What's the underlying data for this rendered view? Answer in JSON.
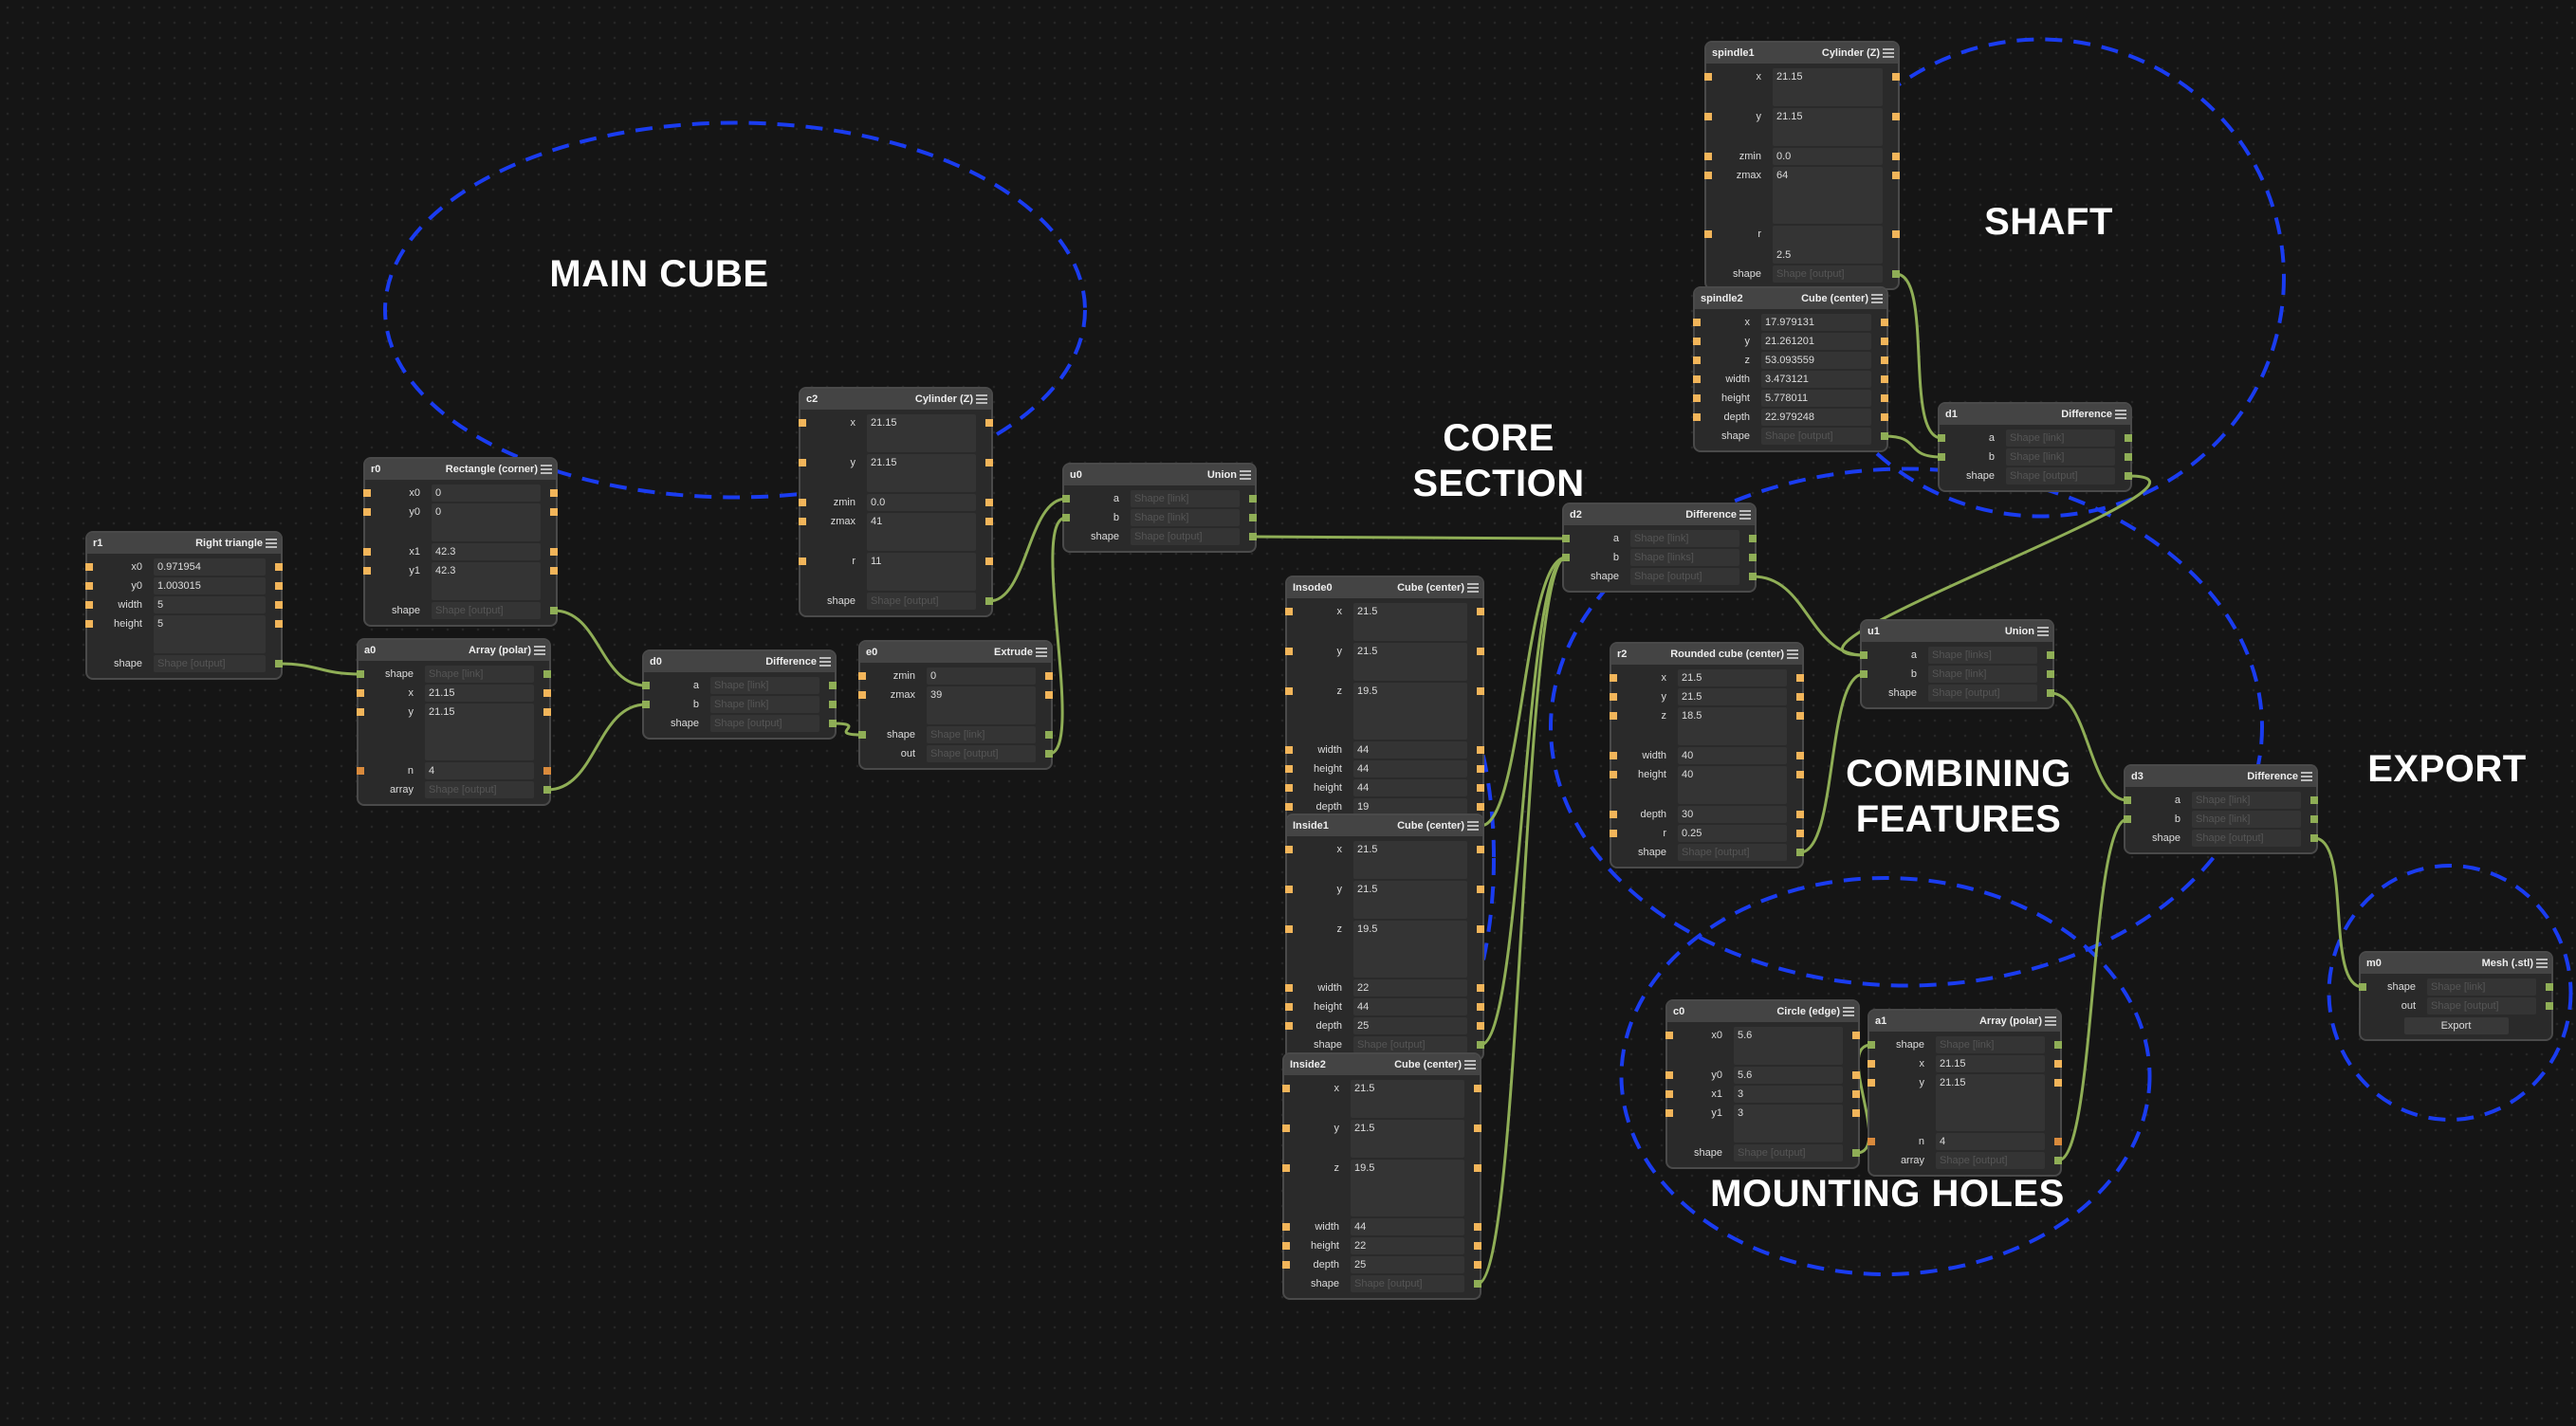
{
  "groups": [
    {
      "id": "main-cube",
      "label": "MAIN CUBE"
    },
    {
      "id": "core-section",
      "label": "CORE\nSECTION"
    },
    {
      "id": "shaft",
      "label": "SHAFT"
    },
    {
      "id": "combining-features",
      "label": "COMBINING\nFEATURES"
    },
    {
      "id": "mounting-holes",
      "label": "MOUNTING HOLES"
    },
    {
      "id": "export",
      "label": "EXPORT"
    }
  ],
  "colors": {
    "background": "#151515",
    "group_outline": "#1a3cf0",
    "wire": "#8fae56",
    "number_port": "#f2b55a",
    "int_port": "#d98a3c",
    "shape_port": "#8fae56"
  },
  "nodes": [
    {
      "id": "r1",
      "type": "Right triangle",
      "fields": [
        {
          "label": "x0",
          "value": "0.971954",
          "port": "num"
        },
        {
          "label": "y0",
          "value": "1.003015",
          "port": "num"
        },
        {
          "label": "width",
          "value": "5",
          "port": "num"
        },
        {
          "label": "height",
          "value": "5",
          "port": "num",
          "size": "tall"
        },
        {
          "label": "shape",
          "placeholder": "Shape [output]",
          "port": "shape",
          "out_only": true
        }
      ]
    },
    {
      "id": "r0",
      "type": "Rectangle (corner)",
      "fields": [
        {
          "label": "x0",
          "value": "0",
          "port": "num"
        },
        {
          "label": "y0",
          "value": "0",
          "port": "num",
          "size": "tall"
        },
        {
          "label": "x1",
          "value": "42.3",
          "port": "num"
        },
        {
          "label": "y1",
          "value": "42.3",
          "port": "num",
          "size": "tall"
        },
        {
          "label": "shape",
          "placeholder": "Shape [output]",
          "port": "shape",
          "out_only": true
        }
      ]
    },
    {
      "id": "a0",
      "type": "Array (polar)",
      "fields": [
        {
          "label": "shape",
          "placeholder": "Shape [link]",
          "port": "shape"
        },
        {
          "label": "x",
          "value": "21.15",
          "port": "num"
        },
        {
          "label": "y",
          "value": "21.15",
          "port": "num",
          "size": "taller"
        },
        {
          "label": "n",
          "value": "4",
          "port": "int"
        },
        {
          "label": "array",
          "placeholder": "Shape [output]",
          "port": "shape",
          "out_only": true
        }
      ]
    },
    {
      "id": "d0",
      "type": "Difference",
      "fields": [
        {
          "label": "a",
          "placeholder": "Shape [link]",
          "port": "shape"
        },
        {
          "label": "b",
          "placeholder": "Shape [link]",
          "port": "shape"
        },
        {
          "label": "shape",
          "placeholder": "Shape [output]",
          "port": "shape",
          "out_only": true
        }
      ]
    },
    {
      "id": "c2",
      "type": "Cylinder (Z)",
      "fields": [
        {
          "label": "x",
          "value": "21.15",
          "port": "num",
          "size": "tall"
        },
        {
          "label": "y",
          "value": "21.15",
          "port": "num",
          "size": "tall"
        },
        {
          "label": "zmin",
          "value": "0.0",
          "port": "num"
        },
        {
          "label": "zmax",
          "value": "41",
          "port": "num",
          "size": "tall"
        },
        {
          "label": "r",
          "value": "11",
          "port": "num",
          "size": "tall"
        },
        {
          "label": "shape",
          "placeholder": "Shape [output]",
          "port": "shape",
          "out_only": true
        }
      ]
    },
    {
      "id": "e0",
      "type": "Extrude",
      "fields": [
        {
          "label": "zmin",
          "value": "0",
          "port": "num"
        },
        {
          "label": "zmax",
          "value": "39",
          "port": "num",
          "size": "tall"
        },
        {
          "label": "shape",
          "placeholder": "Shape [link]",
          "port": "shape"
        },
        {
          "label": "out",
          "placeholder": "Shape [output]",
          "port": "shape",
          "out_only": true
        }
      ]
    },
    {
      "id": "u0",
      "type": "Union",
      "fields": [
        {
          "label": "a",
          "placeholder": "Shape [link]",
          "port": "shape"
        },
        {
          "label": "b",
          "placeholder": "Shape [link]",
          "port": "shape"
        },
        {
          "label": "shape",
          "placeholder": "Shape [output]",
          "port": "shape",
          "out_only": true
        }
      ]
    },
    {
      "id": "insode0",
      "type": "Cube (center)",
      "title": "Insode0",
      "fields": [
        {
          "label": "x",
          "value": "21.5",
          "port": "num",
          "size": "tall"
        },
        {
          "label": "y",
          "value": "21.5",
          "port": "num",
          "size": "tall"
        },
        {
          "label": "z",
          "value": "19.5",
          "port": "num",
          "size": "taller"
        },
        {
          "label": "width",
          "value": "44",
          "port": "num"
        },
        {
          "label": "height",
          "value": "44",
          "port": "num"
        },
        {
          "label": "height",
          "value": "44",
          "port": "num"
        },
        {
          "label": "depth",
          "value": "19",
          "port": "num"
        },
        {
          "label": "shape",
          "placeholder": "Shape [output]",
          "port": "shape",
          "out_only": true
        }
      ]
    },
    {
      "id": "inside1",
      "type": "Cube (center)",
      "title": "Inside1",
      "fields": [
        {
          "label": "x",
          "value": "21.5",
          "port": "num",
          "size": "tall"
        },
        {
          "label": "y",
          "value": "21.5",
          "port": "num",
          "size": "tall"
        },
        {
          "label": "z",
          "value": "19.5",
          "port": "num",
          "size": "taller"
        },
        {
          "label": "width",
          "value": "22",
          "port": "num"
        },
        {
          "label": "height",
          "value": "44",
          "port": "num"
        },
        {
          "label": "depth",
          "value": "25",
          "port": "num"
        },
        {
          "label": "shape",
          "placeholder": "Shape [output]",
          "port": "shape",
          "out_only": true
        }
      ]
    },
    {
      "id": "inside2",
      "type": "Cube (center)",
      "title": "Inside2",
      "fields": [
        {
          "label": "x",
          "value": "21.5",
          "port": "num",
          "size": "tall"
        },
        {
          "label": "y",
          "value": "21.5",
          "port": "num",
          "size": "tall"
        },
        {
          "label": "z",
          "value": "19.5",
          "port": "num",
          "size": "taller"
        },
        {
          "label": "width",
          "value": "44",
          "port": "num"
        },
        {
          "label": "height",
          "value": "22",
          "port": "num"
        },
        {
          "label": "depth",
          "value": "25",
          "port": "num"
        },
        {
          "label": "shape",
          "placeholder": "Shape [output]",
          "port": "shape",
          "out_only": true
        }
      ]
    },
    {
      "id": "d2",
      "type": "Difference",
      "fields": [
        {
          "label": "a",
          "placeholder": "Shape [link]",
          "port": "shape"
        },
        {
          "label": "b",
          "placeholder": "Shape [links]",
          "port": "shape"
        },
        {
          "label": "shape",
          "placeholder": "Shape [output]",
          "port": "shape",
          "out_only": true
        }
      ]
    },
    {
      "id": "spindle1",
      "type": "Cylinder (Z)",
      "fields": [
        {
          "label": "x",
          "value": "21.15",
          "port": "num",
          "size": "tall"
        },
        {
          "label": "y",
          "value": "21.15",
          "port": "num",
          "size": "tall"
        },
        {
          "label": "zmin",
          "value": "0.0",
          "port": "num"
        },
        {
          "label": "zmax",
          "value": "64",
          "port": "num",
          "size": "taller"
        },
        {
          "label": "r",
          "value": "2.5",
          "port": "num",
          "size": "tall",
          "bottom_value": true
        },
        {
          "label": "shape",
          "placeholder": "Shape [output]",
          "port": "shape",
          "out_only": true
        }
      ]
    },
    {
      "id": "spindle2",
      "type": "Cube (center)",
      "fields": [
        {
          "label": "x",
          "value": "17.979131",
          "port": "num"
        },
        {
          "label": "y",
          "value": "21.261201",
          "port": "num"
        },
        {
          "label": "z",
          "value": "53.093559",
          "port": "num"
        },
        {
          "label": "width",
          "value": "3.473121",
          "port": "num"
        },
        {
          "label": "height",
          "value": "5.778011",
          "port": "num"
        },
        {
          "label": "depth",
          "value": "22.979248",
          "port": "num"
        },
        {
          "label": "shape",
          "placeholder": "Shape [output]",
          "port": "shape",
          "out_only": true
        }
      ]
    },
    {
      "id": "d1",
      "type": "Difference",
      "fields": [
        {
          "label": "a",
          "placeholder": "Shape [link]",
          "port": "shape"
        },
        {
          "label": "b",
          "placeholder": "Shape [link]",
          "port": "shape"
        },
        {
          "label": "shape",
          "placeholder": "Shape [output]",
          "port": "shape",
          "out_only": true
        }
      ]
    },
    {
      "id": "r2",
      "type": "Rounded cube (center)",
      "fields": [
        {
          "label": "x",
          "value": "21.5",
          "port": "num"
        },
        {
          "label": "y",
          "value": "21.5",
          "port": "num"
        },
        {
          "label": "z",
          "value": "18.5",
          "port": "num",
          "size": "tall"
        },
        {
          "label": "width",
          "value": "40",
          "port": "num"
        },
        {
          "label": "height",
          "value": "40",
          "port": "num",
          "size": "tall"
        },
        {
          "label": "depth",
          "value": "30",
          "port": "num"
        },
        {
          "label": "r",
          "value": "0.25",
          "port": "num"
        },
        {
          "label": "shape",
          "placeholder": "Shape [output]",
          "port": "shape",
          "out_only": true
        }
      ]
    },
    {
      "id": "u1",
      "type": "Union",
      "fields": [
        {
          "label": "a",
          "placeholder": "Shape [links]",
          "port": "shape"
        },
        {
          "label": "b",
          "placeholder": "Shape [link]",
          "port": "shape"
        },
        {
          "label": "shape",
          "placeholder": "Shape [output]",
          "port": "shape",
          "out_only": true
        }
      ]
    },
    {
      "id": "d3",
      "type": "Difference",
      "fields": [
        {
          "label": "a",
          "placeholder": "Shape [link]",
          "port": "shape"
        },
        {
          "label": "b",
          "placeholder": "Shape [link]",
          "port": "shape"
        },
        {
          "label": "shape",
          "placeholder": "Shape [output]",
          "port": "shape",
          "out_only": true
        }
      ]
    },
    {
      "id": "c0",
      "type": "Circle (edge)",
      "fields": [
        {
          "label": "x0",
          "value": "5.6",
          "port": "num",
          "size": "tall"
        },
        {
          "label": "y0",
          "value": "5.6",
          "port": "num"
        },
        {
          "label": "x1",
          "value": "3",
          "port": "num"
        },
        {
          "label": "y1",
          "value": "3",
          "port": "num",
          "size": "tall"
        },
        {
          "label": "shape",
          "placeholder": "Shape [output]",
          "port": "shape",
          "out_only": true
        }
      ]
    },
    {
      "id": "a1",
      "type": "Array (polar)",
      "fields": [
        {
          "label": "shape",
          "placeholder": "Shape [link]",
          "port": "shape"
        },
        {
          "label": "x",
          "value": "21.15",
          "port": "num"
        },
        {
          "label": "y",
          "value": "21.15",
          "port": "num",
          "size": "taller"
        },
        {
          "label": "n",
          "value": "4",
          "port": "int"
        },
        {
          "label": "array",
          "placeholder": "Shape [output]",
          "port": "shape",
          "out_only": true
        }
      ]
    },
    {
      "id": "m0",
      "type": "Mesh (.stl)",
      "fields": [
        {
          "label": "shape",
          "placeholder": "Shape [link]",
          "port": "shape"
        },
        {
          "label": "out",
          "placeholder": "Shape [output]",
          "port": "shape",
          "out_only": true
        }
      ],
      "button": "Export"
    }
  ],
  "connections": [
    {
      "from": "r1.shape",
      "to": "a0.shape"
    },
    {
      "from": "r0.shape",
      "to": "d0.a"
    },
    {
      "from": "a0.array",
      "to": "d0.b"
    },
    {
      "from": "d0.shape",
      "to": "e0.shape"
    },
    {
      "from": "c2.shape",
      "to": "u0.a"
    },
    {
      "from": "e0.out",
      "to": "u0.b"
    },
    {
      "from": "u0.shape",
      "to": "d2.a"
    },
    {
      "from": "insode0.shape",
      "to": "d2.b"
    },
    {
      "from": "inside1.shape",
      "to": "d2.b"
    },
    {
      "from": "inside2.shape",
      "to": "d2.b"
    },
    {
      "from": "spindle1.shape",
      "to": "d1.a"
    },
    {
      "from": "spindle2.shape",
      "to": "d1.b"
    },
    {
      "from": "d2.shape",
      "to": "u1.a"
    },
    {
      "from": "d1.shape",
      "to": "u1.a"
    },
    {
      "from": "r2.shape",
      "to": "u1.b"
    },
    {
      "from": "u1.shape",
      "to": "d3.a"
    },
    {
      "from": "a1.array",
      "to": "d3.b"
    },
    {
      "from": "c0.shape",
      "to": "a1.shape"
    },
    {
      "from": "d3.shape",
      "to": "m0.shape"
    }
  ]
}
